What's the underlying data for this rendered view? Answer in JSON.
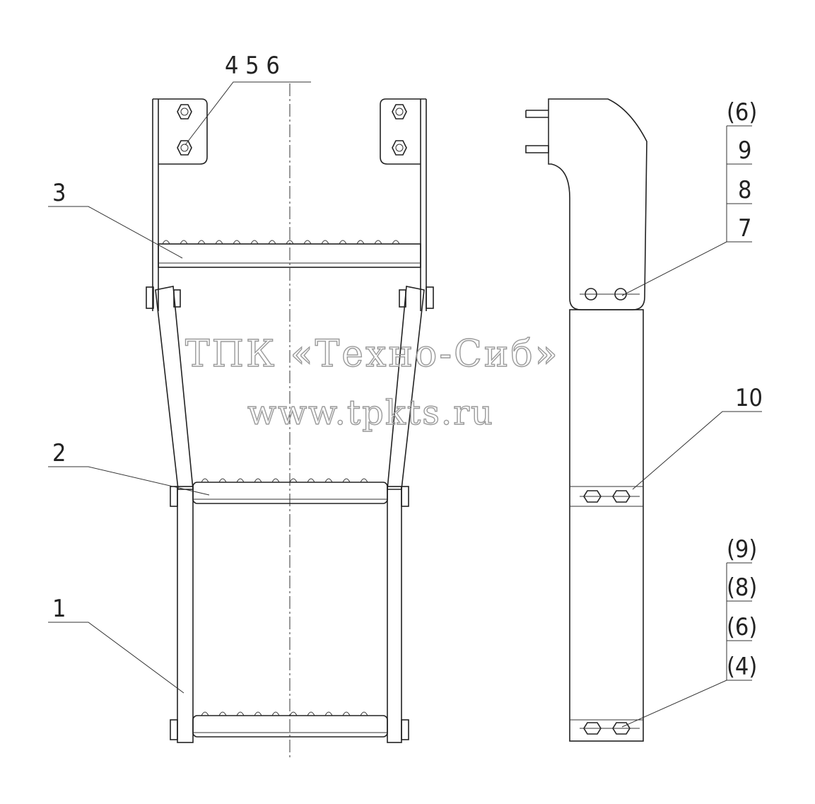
{
  "callouts": {
    "c456": "4 5 6",
    "c3": "3",
    "c2": "2",
    "c1": "1",
    "c10": "10"
  },
  "stack_top": [
    "(6)",
    "9",
    "8",
    "7"
  ],
  "stack_bottom": [
    "(9)",
    "(8)",
    "(6)",
    "(4)"
  ],
  "watermark": {
    "line1": "ТПК «Техно-Сиб»",
    "line2": "www.tpkts.ru"
  }
}
